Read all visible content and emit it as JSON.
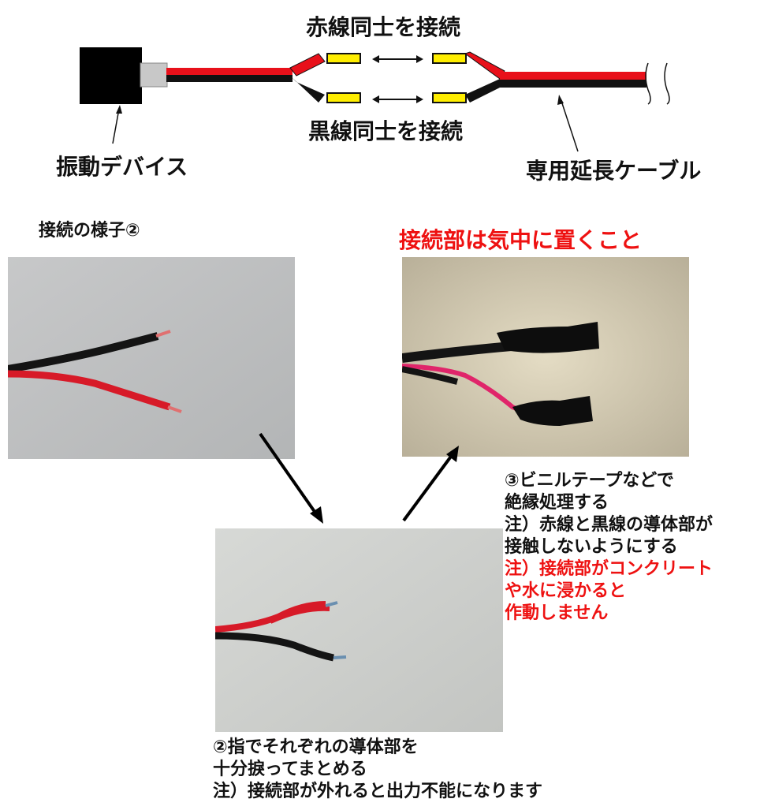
{
  "diagram": {
    "label_red_connect": "赤線同士を接続",
    "label_black_connect": "黒線同士を接続",
    "label_device": "振動デバイス",
    "label_cable": "専用延長ケーブル"
  },
  "photo1": {
    "title": "接続の様子②"
  },
  "photo3": {
    "title": "接続部は気中に置くこと"
  },
  "step3": {
    "lines": [
      "③ビニルテープなどで",
      "絶縁処理する",
      "注）赤線と黒線の導体部が",
      "接触しないようにする"
    ],
    "warning_lines": [
      "注）接続部がコンクリート",
      "や水に浸かると",
      "作動しません"
    ]
  },
  "step2": {
    "lines": [
      "②指でそれぞれの導体部を",
      "十分捩ってまとめる",
      "注）接続部が外れると出力不能になります"
    ]
  },
  "colors": {
    "wire_red": "#e8101a",
    "wire_black": "#111111",
    "terminal_yellow": "#ffee00",
    "warning_red": "#ee1111"
  },
  "icons": {
    "connect_arrow": "double-arrow-icon",
    "pointer_arrow": "pointer-line-icon"
  }
}
